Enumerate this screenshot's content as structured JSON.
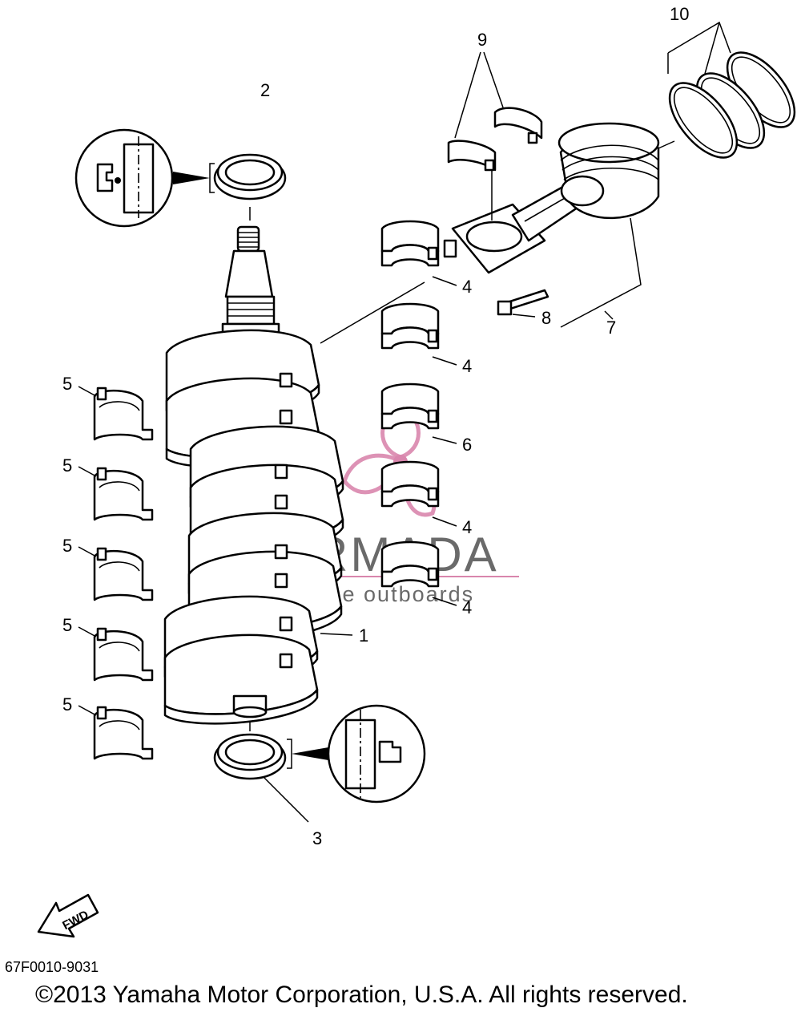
{
  "callouts": {
    "c1": "1",
    "c2": "2",
    "c3": "3",
    "c4a": "4",
    "c4b": "4",
    "c4c": "4",
    "c4d": "4",
    "c5a": "5",
    "c5b": "5",
    "c5c": "5",
    "c5d": "5",
    "c5e": "5",
    "c6": "6",
    "c7": "7",
    "c8": "8",
    "c9": "9",
    "c10": "10"
  },
  "fwd_arrow": "FWD",
  "watermark": {
    "name": "ARMADA",
    "tagline": "marine outboards",
    "color": "#d986ad"
  },
  "catalog_code": "67F0010-9031",
  "copyright": "©2013 Yamaha Motor Corporation, U.S.A. All rights reserved."
}
